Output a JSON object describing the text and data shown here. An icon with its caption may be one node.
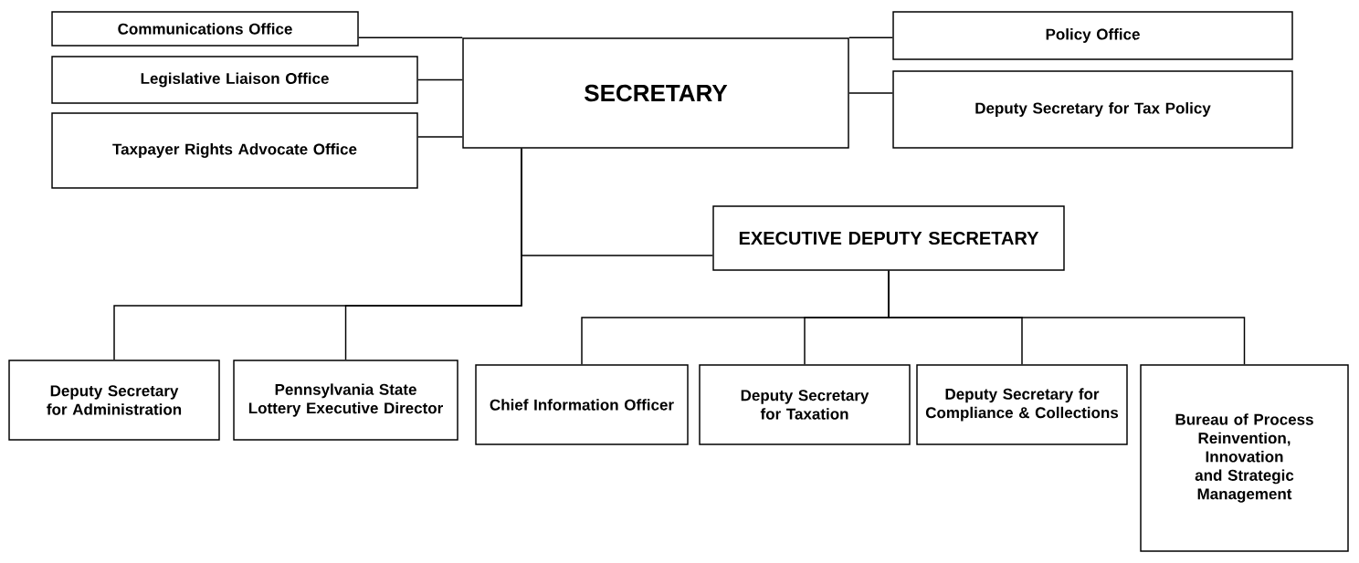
{
  "diagram": {
    "nodes": [
      {
        "text": [
          "SECRETARY"
        ]
      },
      {
        "text": [
          "Communications Office"
        ]
      },
      {
        "text": [
          "Legislative Liaison Office"
        ]
      },
      {
        "text": [
          "Taxpayer Rights Advocate Office"
        ]
      },
      {
        "text": [
          "Policy Office"
        ]
      },
      {
        "text": [
          "Deputy Secretary for Tax Policy"
        ]
      },
      {
        "text": [
          "EXECUTIVE DEPUTY SECRETARY"
        ]
      },
      {
        "text": [
          "Deputy Secretary for Administration"
        ]
      },
      {
        "text": [
          "Pennsylvania State Lottery Executive Director"
        ]
      },
      {
        "text": [
          "Chief Information Officer"
        ]
      },
      {
        "text": [
          "Deputy Secretary for Taxation"
        ]
      },
      {
        "text": [
          "Deputy Secretary for Compliance & Collections"
        ]
      },
      {
        "text": [
          "Bureau of Process Reinvention, Innovation and Strategic Management"
        ]
      }
    ],
    "edges": [
      {
        "from": 0,
        "to": 1,
        "arrow": "none"
      },
      {
        "from": 0,
        "to": 2,
        "arrow": "none"
      },
      {
        "from": 0,
        "to": 3,
        "arrow": "none"
      },
      {
        "from": 0,
        "to": 4,
        "arrow": "none"
      },
      {
        "from": 0,
        "to": 5,
        "arrow": "none"
      },
      {
        "from": 0,
        "to": 6,
        "arrow": "none"
      },
      {
        "from": 0,
        "to": 7,
        "arrow": "none"
      },
      {
        "from": 0,
        "to": 8,
        "arrow": "none"
      },
      {
        "from": 6,
        "to": 9,
        "arrow": "none"
      },
      {
        "from": 6,
        "to": 10,
        "arrow": "none"
      },
      {
        "from": 6,
        "to": 11,
        "arrow": "none"
      },
      {
        "from": 6,
        "to": 12,
        "arrow": "none"
      }
    ]
  }
}
